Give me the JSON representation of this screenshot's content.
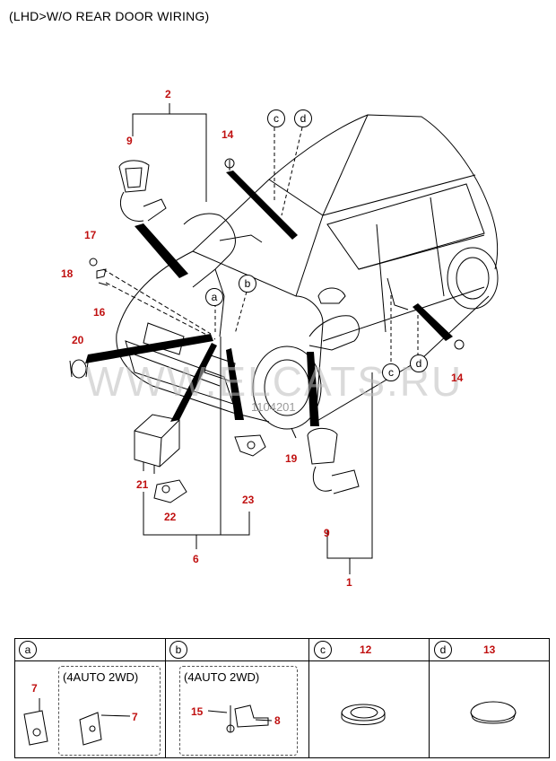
{
  "title": "(LHD>W/O REAR DOOR WIRING)",
  "watermark": "WWW.ELCATS.RU",
  "drawing_code": "1104201",
  "callouts": {
    "n2": "2",
    "n9a": "9",
    "n14a": "14",
    "n17": "17",
    "n18": "18",
    "n16": "16",
    "n20": "20",
    "n19": "19",
    "n21": "21",
    "n22": "22",
    "n23": "23",
    "n6": "6",
    "n9b": "9",
    "n1": "1",
    "n14b": "14"
  },
  "circle_labels": {
    "a": "a",
    "b": "b",
    "c": "c",
    "d": "d"
  },
  "table": {
    "headers": [
      {
        "key": "a",
        "part": ""
      },
      {
        "key": "b",
        "part": ""
      },
      {
        "key": "c",
        "part": "12"
      },
      {
        "key": "d",
        "part": "13"
      }
    ],
    "cell_a": {
      "part_outer": "7",
      "variant": "(4AUTO 2WD)",
      "part_inner": "7"
    },
    "cell_b": {
      "variant": "(4AUTO 2WD)",
      "part_left": "15",
      "part_right": "8"
    }
  },
  "colors": {
    "callout": "#c01010",
    "line": "#000000",
    "watermark": "#bdbdbd"
  }
}
